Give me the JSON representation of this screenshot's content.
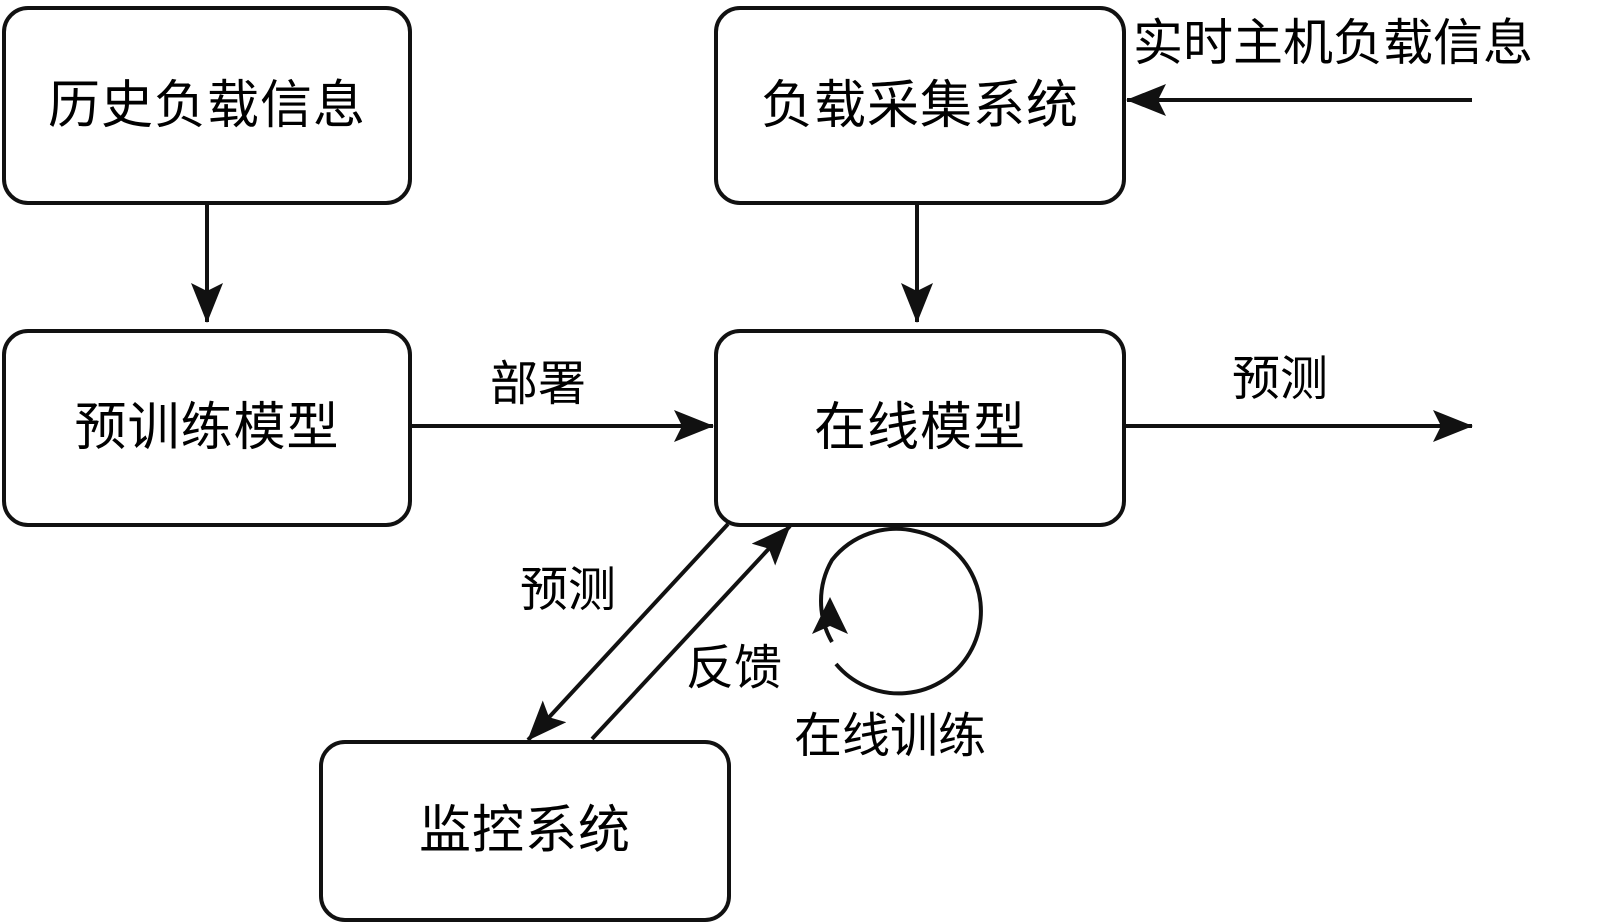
{
  "nodes": {
    "history_load": {
      "label": "历史负载信息"
    },
    "load_collection": {
      "label": "负载采集系统"
    },
    "pretrained_model": {
      "label": "预训练模型"
    },
    "online_model": {
      "label": "在线模型"
    },
    "monitoring": {
      "label": "监控系统"
    }
  },
  "edge_labels": {
    "realtime_input": "实时主机负载信息",
    "deploy": "部署",
    "predict_out": "预测",
    "predict_monitor": "预测",
    "feedback": "反馈",
    "online_training": "在线训练"
  },
  "colors": {
    "stroke": "#111111",
    "background": "#ffffff"
  }
}
